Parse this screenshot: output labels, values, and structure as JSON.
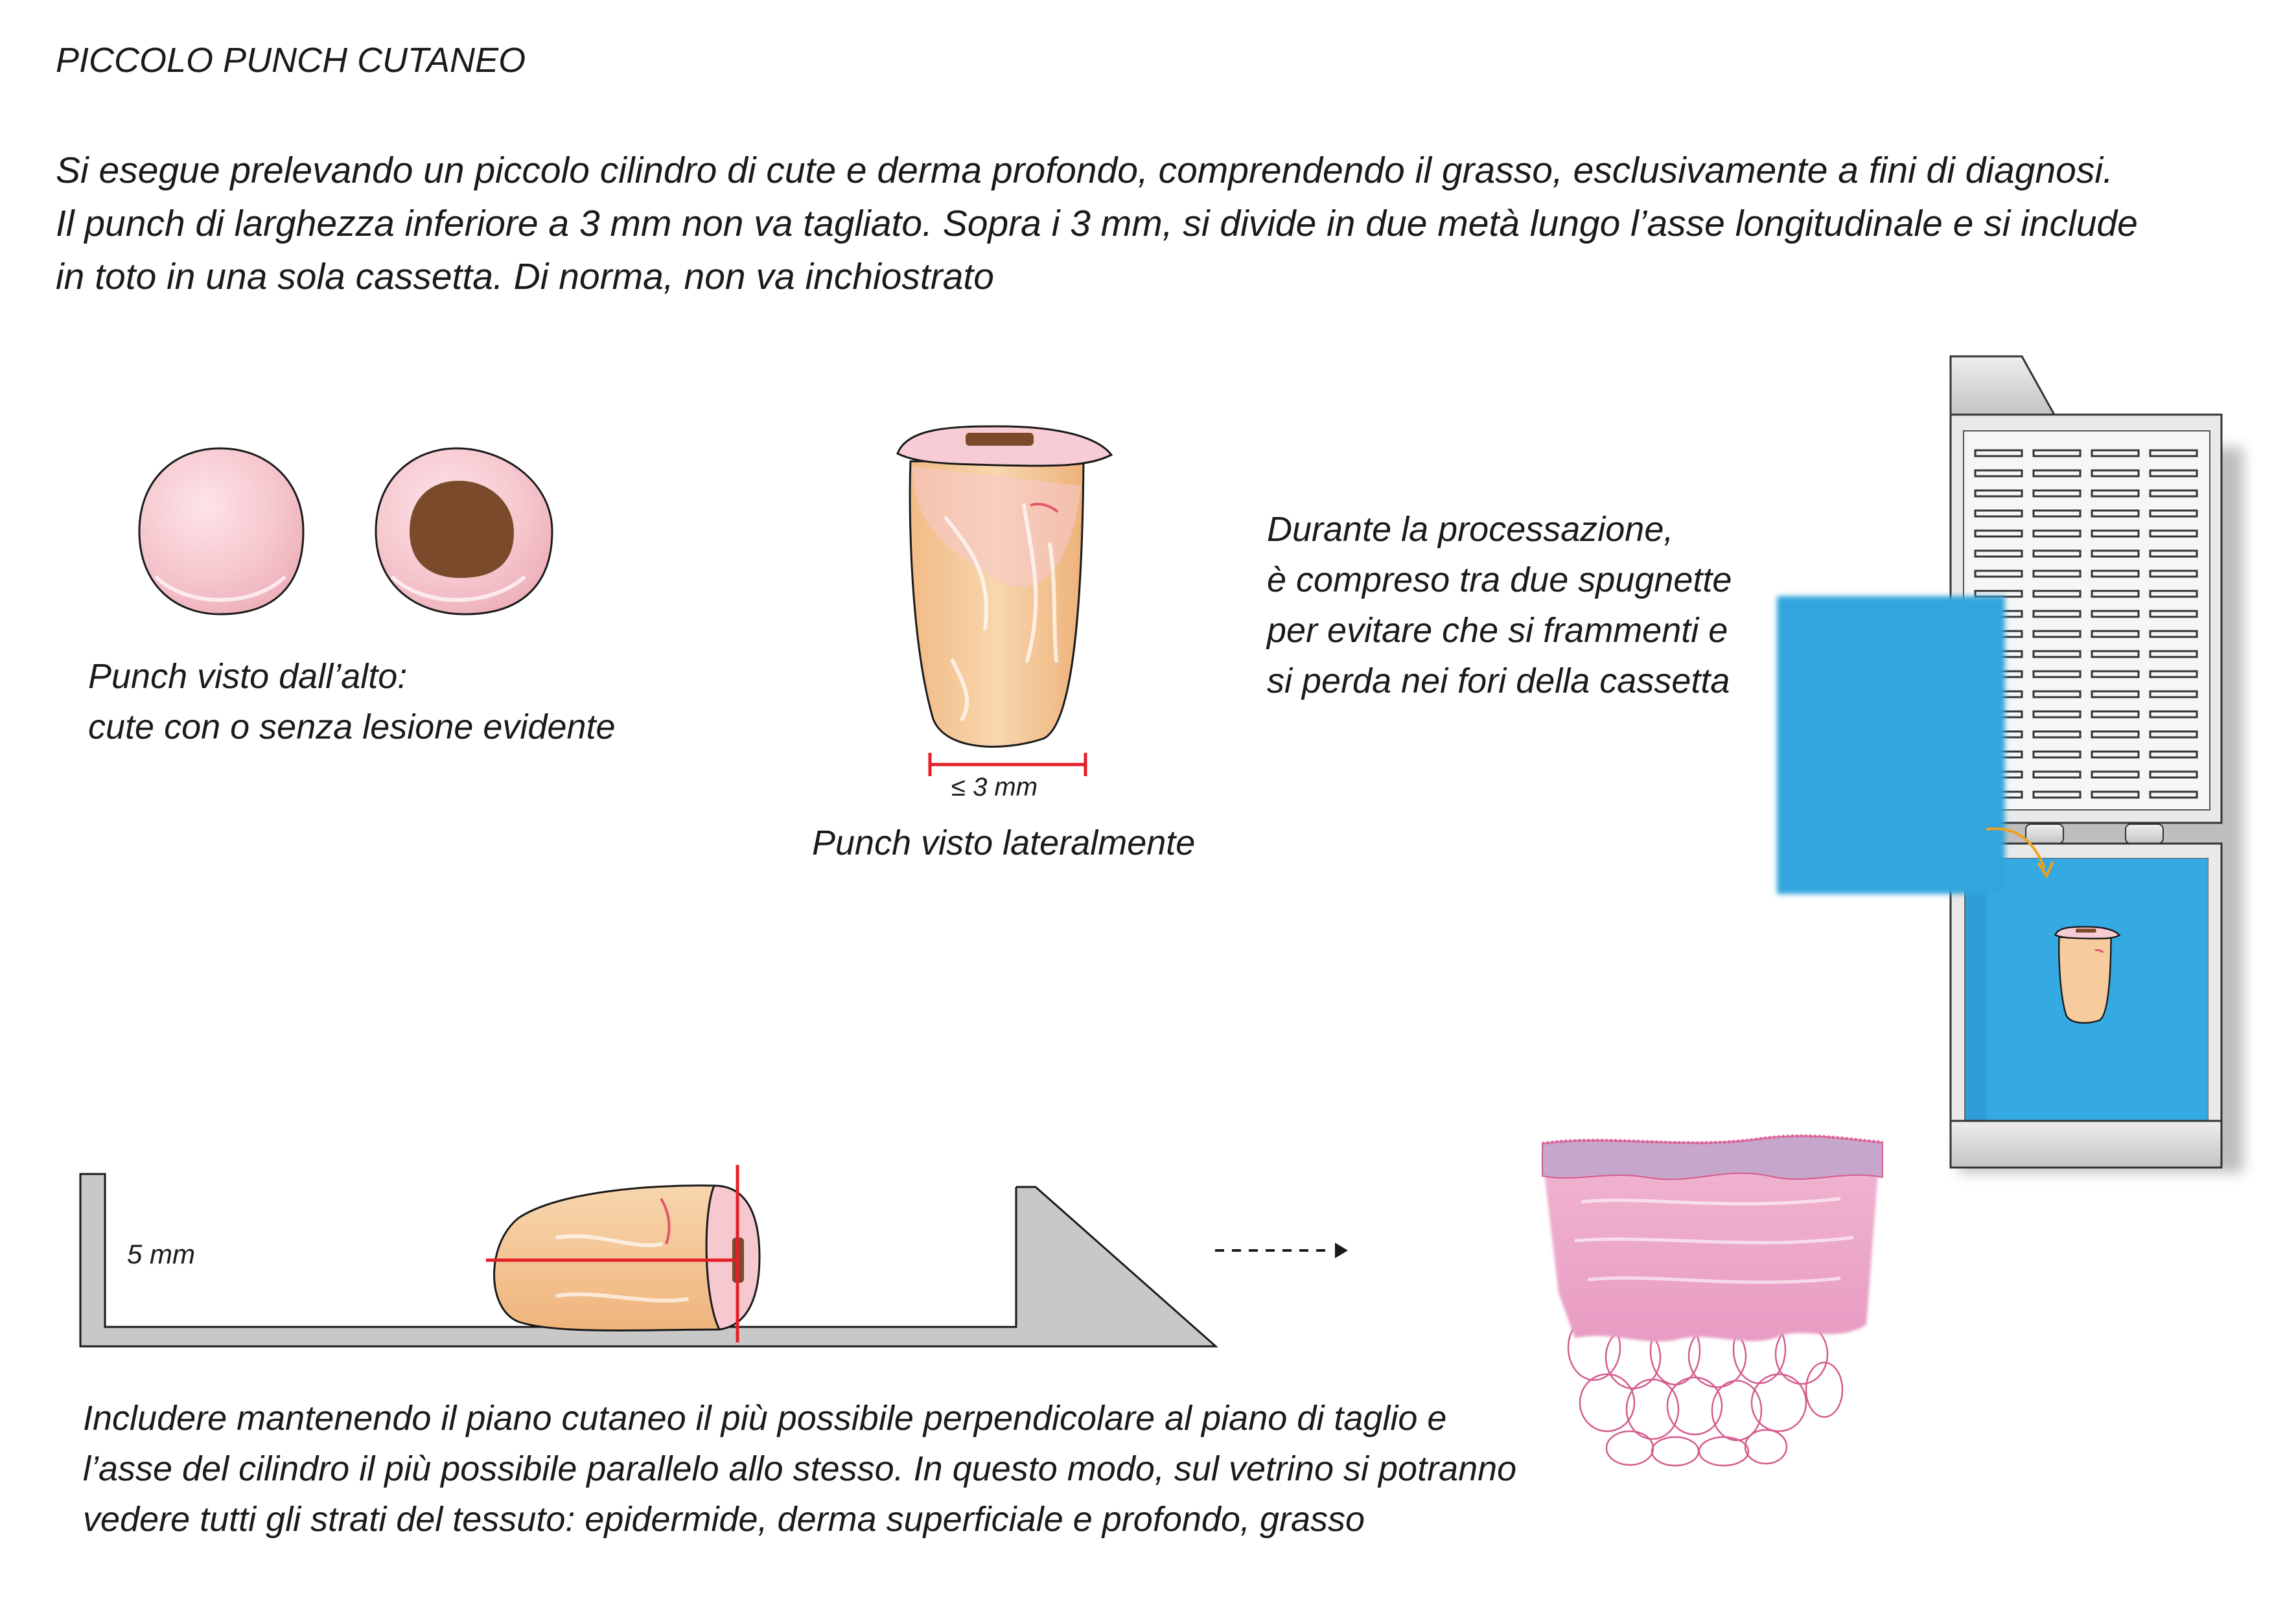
{
  "title": "PICCOLO PUNCH CUTANEO",
  "intro_lines": [
    "Si esegue prelevando un piccolo cilindro di cute e derma profondo, comprendendo il grasso, esclusivamente a fini di diagnosi.",
    "Il punch di larghezza inferiore a 3 mm non va tagliato. Sopra i 3 mm, si divide in due metà lungo l’asse longitudinale e si include",
    "in toto in una sola cassetta. Di norma, non va inchiostrato"
  ],
  "top_view_caption": [
    "Punch visto dall’alto:",
    "cute con o senza lesione evidente"
  ],
  "side_view_caption": "Punch visto lateralmente",
  "width_label": "≤ 3 mm",
  "processing_caption": [
    "Durante la processazione,",
    "è compreso tra due spugnette",
    "per evitare che si frammenti e",
    "si perda nei fori della cassetta"
  ],
  "depth_label": "5 mm",
  "embedding_caption": [
    "Includere mantenendo il piano cutaneo il più possibile perpendicolare al piano di taglio e",
    "l’asse del cilindro il più possibile parallelo allo stesso. In questo modo, sul vetrino si potranno",
    "vedere tutti gli strati del tessuto: epidermide, derma superficiale e profondo, grasso"
  ],
  "colors": {
    "skin_pink": "#f6c8cf",
    "lesion_brown": "#7a4a2a",
    "tissue_tan": "#f4c89a",
    "sponge_blue": "#33a5dd",
    "measure_red": "#e41f26",
    "cassette_gray": "#c8c8c8",
    "arrow_orange": "#f0a020",
    "dashed_blue": "#3aa0d8",
    "epidermis_lilac": "#c7a6cc",
    "dermis_pink": "#eaa2c8"
  }
}
